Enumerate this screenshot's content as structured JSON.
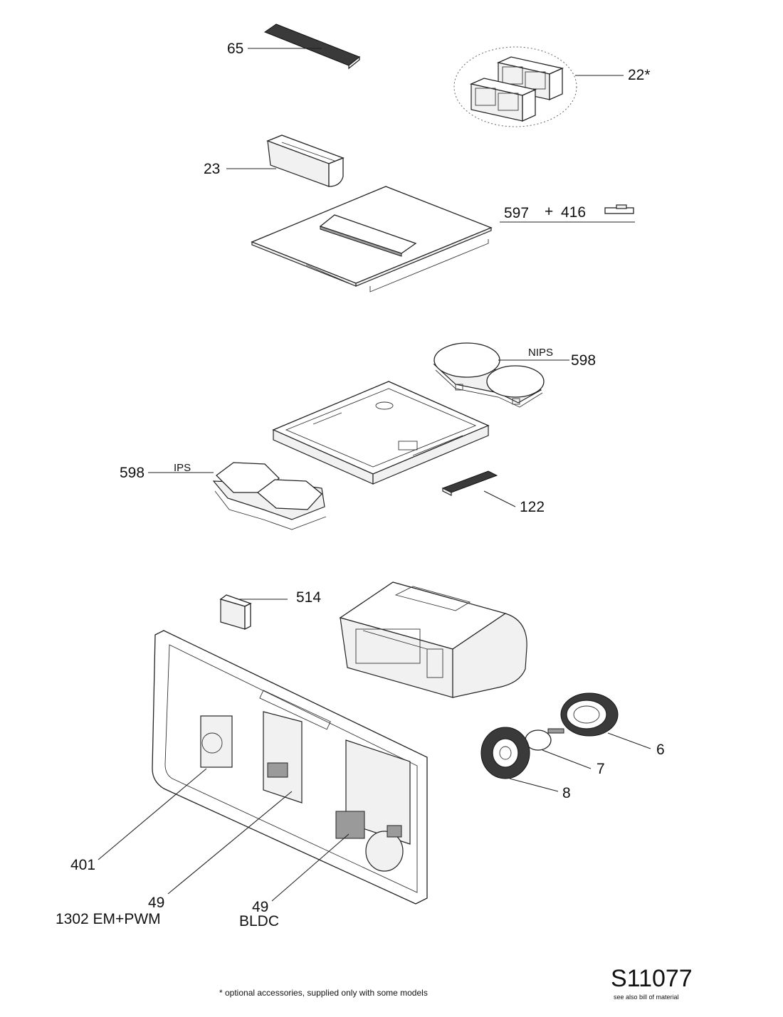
{
  "labels": {
    "p65": "65",
    "p22": "22*",
    "p23": "23",
    "p597": "597",
    "plus": "+",
    "p416": "416",
    "nips": "NIPS",
    "p598_top": "598",
    "ips": "IPS",
    "p598_left": "598",
    "p122": "122",
    "p514": "514",
    "p6": "6",
    "p7": "7",
    "p8": "8",
    "p401": "401",
    "p49_left": "49",
    "p49_left_sub": "1302 EM+PWM",
    "p49_right": "49",
    "p49_right_sub": "BLDC"
  },
  "footer": {
    "note": "* optional accessories, supplied only with some models",
    "drawing_id": "S11077",
    "drawing_sub": "see also bill of material"
  }
}
